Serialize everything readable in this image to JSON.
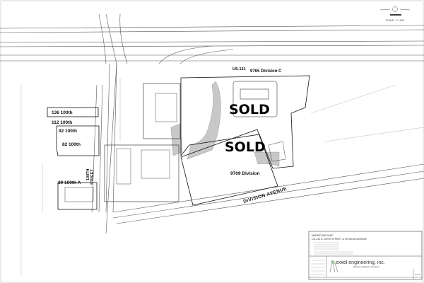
{
  "map": {
    "highway_label": "US-131",
    "parcels": {
      "north_division": "9765 Division C",
      "south_division": "9709 Division",
      "lot_136": "136 100th",
      "lot_112": "112 100th",
      "lot_92": "92 100th",
      "lot_82": "82 100th",
      "lot_30": "30 100th A"
    },
    "sold_labels": [
      "SOLD",
      "SOLD"
    ],
    "streets": {
      "street_100th_line1": "100TH",
      "street_100th_line2": "STREET",
      "division_avenue": "DIVISION AVENUE"
    },
    "scale": "SCALE : 1\"=100'",
    "colors": {
      "wetland": "#c8c8c8",
      "lines": "#333333",
      "logo_green": "#3aa03a"
    }
  },
  "title_block": {
    "title": "MARKETING MAP",
    "subtitle": "US-131 & 100TH STREET & DIVISION AVENUE",
    "company": "exxel engineering, inc.",
    "company_prefix": "e",
    "company_tagline": "planners engineers surveyors",
    "sheet": "1 of 1"
  }
}
